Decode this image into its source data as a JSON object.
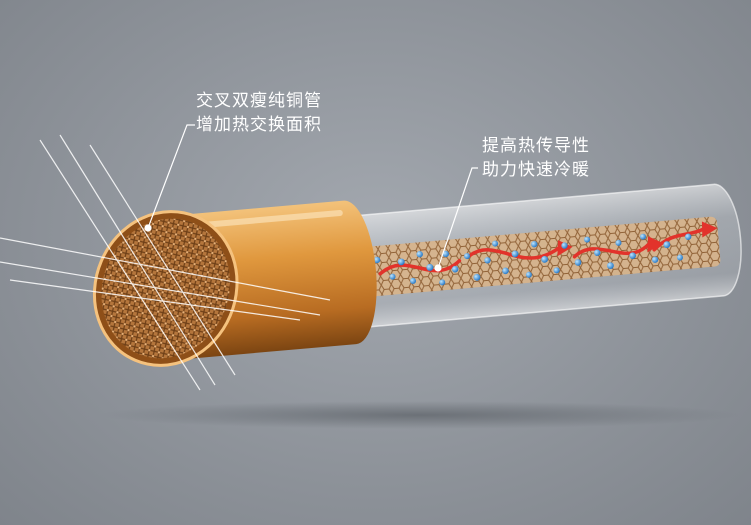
{
  "annotations": {
    "inner_groove": {
      "line1": "交叉双瘦纯铜管",
      "line2": "增加热交换面积"
    },
    "conductivity": {
      "line1": "提高热传导性",
      "line2": "助力快速冷暖"
    }
  },
  "colors": {
    "background": "#8d9299",
    "copper": "#d88a2f",
    "copper_dark": "#9a5a1c",
    "particle_blue": "#3a8fd6",
    "flow_red": "#e2332b"
  }
}
